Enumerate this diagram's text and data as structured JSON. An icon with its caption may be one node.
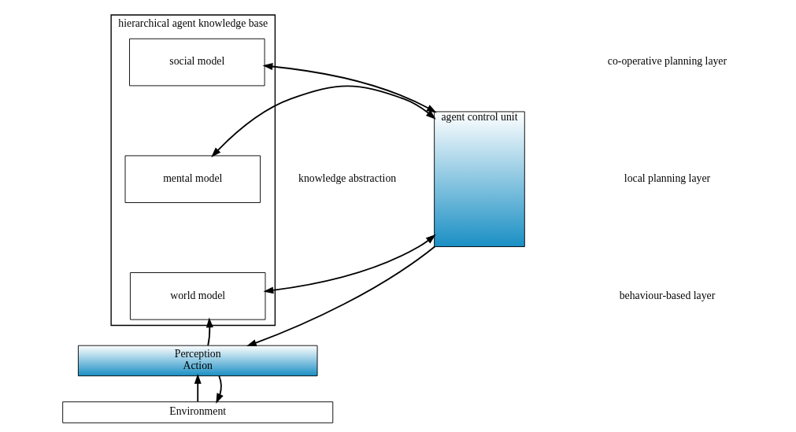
{
  "diagram": {
    "nodes": [
      {
        "text": [
          "hierarchical agent knowledge base"
        ]
      },
      {
        "text": [
          "social model"
        ],
        "in": 0
      },
      {
        "text": [
          "mental model"
        ],
        "in": 0
      },
      {
        "text": [
          "world model"
        ],
        "in": 0
      },
      {
        "text": [
          "agent control unit"
        ]
      },
      {
        "text": [
          "Perception",
          "Action"
        ]
      },
      {
        "text": [
          "Environment"
        ]
      }
    ],
    "edges": [
      {
        "from": 1,
        "to": 4,
        "arrow": "both"
      },
      {
        "from": 2,
        "to": 4,
        "arrow": "both"
      },
      {
        "from": 3,
        "to": 4,
        "arrow": "both"
      },
      {
        "from": 5,
        "to": 3,
        "arrow": "to"
      },
      {
        "from": 4,
        "to": 5,
        "arrow": "to"
      },
      {
        "from": 6,
        "to": 5,
        "arrow": "to"
      },
      {
        "from": 5,
        "to": 6,
        "arrow": "to"
      }
    ],
    "labels": [
      "knowledge abstraction",
      "co-operative planning layer",
      "local planning layer",
      "behaviour-based layer"
    ]
  }
}
